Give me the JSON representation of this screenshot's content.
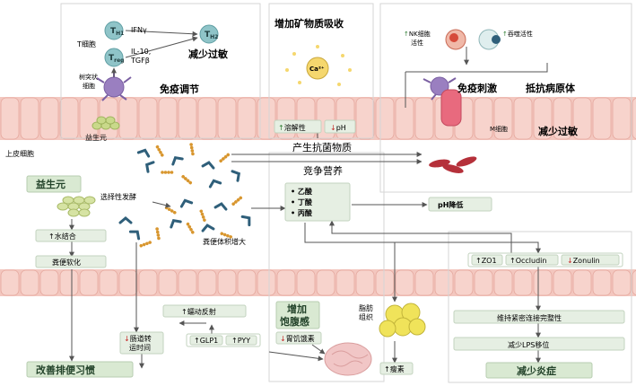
{
  "colors": {
    "gut_wall": "#f3c7bf",
    "gut_cell_line": "#e5a79d",
    "panel_line": "#d6d6d6",
    "box_fill": "#e6efe3",
    "box_border": "#c3d3bf",
    "title_box_fill": "#d9e9d2",
    "arrow": "#555555",
    "bacteria_blue": "#2f5f7a",
    "bacteria_orange": "#d8962e",
    "probiotic_green": "#c9d98a",
    "fat_yellow": "#f0e35a",
    "mineral_yellow": "#f5d76e",
    "red_bacteria": "#b5303a",
    "dendritic_purple": "#9a7fc0",
    "brain_pink": "#f1c6c6",
    "cell_teal": "#8fc4c8",
    "up_arrow_color": "#2e7d32",
    "down_arrow_color": "#c62828"
  },
  "immune_regulation": {
    "title": "免疫调节",
    "th1": "T",
    "th1_sub": "H1",
    "treg": "T",
    "treg_sub": "reg",
    "th2": "T",
    "th2_sub": "H2",
    "ifn": "IFNγ",
    "il10": "IL-10,",
    "tgf": "TGFβ",
    "t_cell": "T细胞",
    "dendritic": "树突状",
    "dendritic2": "细胞",
    "probiotic": "益生元",
    "reduce_allergy": "减少过敏"
  },
  "epithelial_label": "上皮细胞",
  "minerals": {
    "title": "增加矿物质吸收",
    "ca": "Ca²⁺",
    "solubility_arrow": "↑",
    "solubility": "溶解性",
    "ph_arrow": "↓",
    "ph": "pH"
  },
  "immune_stimulation": {
    "title": "免疫刺激",
    "nk_arrow": "↑",
    "nk": "NK细胞",
    "nk2": "活性",
    "phago_arrow": "↑",
    "phago": "吞噬活性",
    "m_cell": "M细胞",
    "anti_pathogen": "抵抗病原体",
    "reduce_allergy": "减少过敏"
  },
  "center": {
    "antibacterial": "产生抗菌物质",
    "competition": "竞争营养",
    "acids": [
      "• 乙酸",
      "• 丁酸",
      "• 丙酸"
    ],
    "ph_drop": "pH降低",
    "selective_fermentation": "选择性发酵",
    "stool_volume": "粪便体积增大"
  },
  "left": {
    "title": "益生元",
    "water": "↑水结合",
    "soft": "粪便软化",
    "peristalsis": "↑蠕动反射",
    "transit_arrow": "↓",
    "transit": "肠道转",
    "transit2": "运时间",
    "glp1": "↑GLP1",
    "pyy": "↑PYY",
    "bowel_habit": "改善排便习惯"
  },
  "satiety": {
    "title1": "增加",
    "title2": "饱腹感",
    "ghrelin_arrow": "↓",
    "ghrelin": "胃饥饿素",
    "fat1": "脂肪",
    "fat2": "组织",
    "leptin": "↑瘦素"
  },
  "right": {
    "zo1": "↑ZO1",
    "occludin": "↑Occludin",
    "zonulin_arrow": "↓",
    "zonulin": "Zonulin",
    "tight_junction": "维持紧密连接完整性",
    "lps": "减少LPS移位",
    "inflammation": "减少炎症"
  }
}
